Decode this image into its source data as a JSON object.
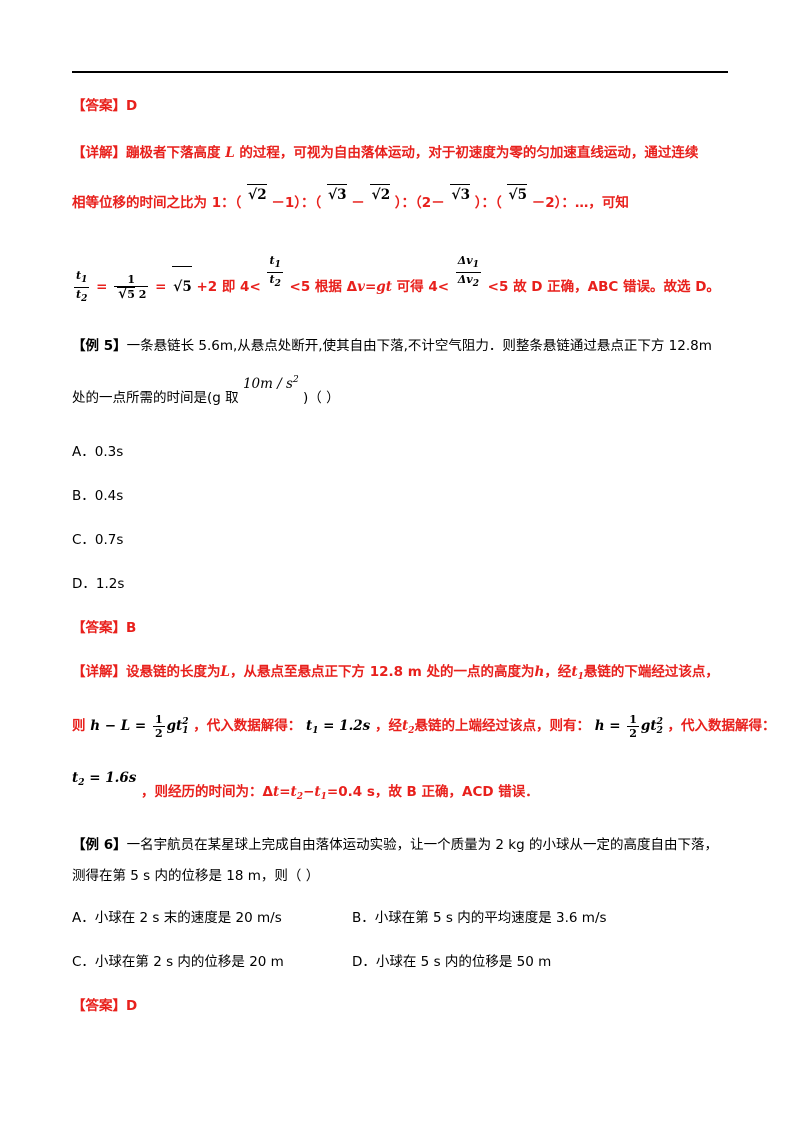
{
  "ans1": {
    "label": "【答案】",
    "value": "D"
  },
  "det1": {
    "label": "【详解】",
    "l1a": "蹦极者下落高度",
    "l1var": "L",
    "l1b": "的过程，可视为自由落体运动，对于初速度为零的匀加速直线运动，通过连续",
    "l2a": "相等位移的时间之比为 1：（",
    "r2": "2",
    "l2b": "－1）：（",
    "r3": "3",
    "l2m": " － ",
    "r2b": "2",
    "l2c": "）：（2－",
    "r3b": "3",
    "l2d": "）：（",
    "r5": "5",
    "l2e": "－2）：…，可知",
    "f_t1": "t",
    "f_t1s": "1",
    "f_t2": "t",
    "f_t2s": "2",
    "eq1": "=",
    "f_one": "1",
    "r5b": "5",
    "f_den2": " 2",
    "eq2": "=",
    "r5c": "5",
    "l3a": "+2 即 4<",
    "l3b": "<5 根据 Δ",
    "l3v": "v",
    "l3c": "=",
    "l3g": "gt",
    "l3d": " 可得 4<",
    "dv1": "Δv",
    "dv1s": "1",
    "dv2": "Δv",
    "dv2s": "2",
    "l3e": "<5 故 D 正确，ABC 错误。故选 D。"
  },
  "ex5": {
    "label": "【例 5】",
    "l1": "一条悬链长 5.6m,从悬点处断开,使其自由下落,不计空气阻力．则整条悬链通过悬点正下方 12.8m",
    "l2a": "处的一点所需的时间是(g 取",
    "g_val": "10m / s",
    "g_exp": "2",
    "l2b": ")（    ）",
    "options": [
      "A．0.3s",
      "B．0.4s",
      "C．0.7s",
      "D．1.2s"
    ]
  },
  "ans2": {
    "label": "【答案】",
    "value": "B"
  },
  "det2": {
    "label": "【详解】",
    "l1a": "设悬链的长度为",
    "l1L": "L",
    "l1b": "，从悬点至悬点正下方 12.8 m 处的一点的高度为",
    "l1h": "h",
    "l1c": "，经",
    "l1t": "t",
    "l1ts": "1",
    "l1d": "悬链的下端经过该点，",
    "l2a": "则",
    "eqA_lhs": "h − L =",
    "half_n": "1",
    "half_d": "2",
    "eqA_g": "gt",
    "eqA_s": "1",
    "eqA_e": "2",
    "l2b": "，代入数据解得：",
    "eqB": "t",
    "eqB_s": "1",
    "eqB_v": " = 1.2s",
    "l2c": "，经",
    "l2t": "t",
    "l2ts": "2",
    "l2d": "悬链的上端经过该点，则有：",
    "eqC_lhs": "h =",
    "eqC_g": "gt",
    "eqC_s": "2",
    "eqC_e": "2",
    "l2e": "，代入数据解得：",
    "eqD": "t",
    "eqD_s": "2",
    "eqD_v": " = 1.6s",
    "l3a": "，则经历的时间为：Δ",
    "l3t": "t",
    "l3b": "=",
    "l3t2": "t",
    "l3t2s": "2",
    "l3c": "−",
    "l3t1": "t",
    "l3t1s": "1",
    "l3d": "=0.4 s，故 B 正确，ACD 错误．"
  },
  "ex6": {
    "label": "【例 6】",
    "l1": "一名宇航员在某星球上完成自由落体运动实验，让一个质量为 2 kg 的小球从一定的高度自由下落，",
    "l2": "测得在第 5 s 内的位移是 18 m，则（        ）",
    "options": [
      "A．小球在 2 s 末的速度是 20 m/s",
      "B．小球在第 5 s 内的平均速度是 3.6 m/s",
      "C．小球在第 2 s 内的位移是 20 m",
      "D．小球在 5 s 内的位移是 50 m"
    ]
  },
  "ans3": {
    "label": "【答案】",
    "value": "D"
  }
}
